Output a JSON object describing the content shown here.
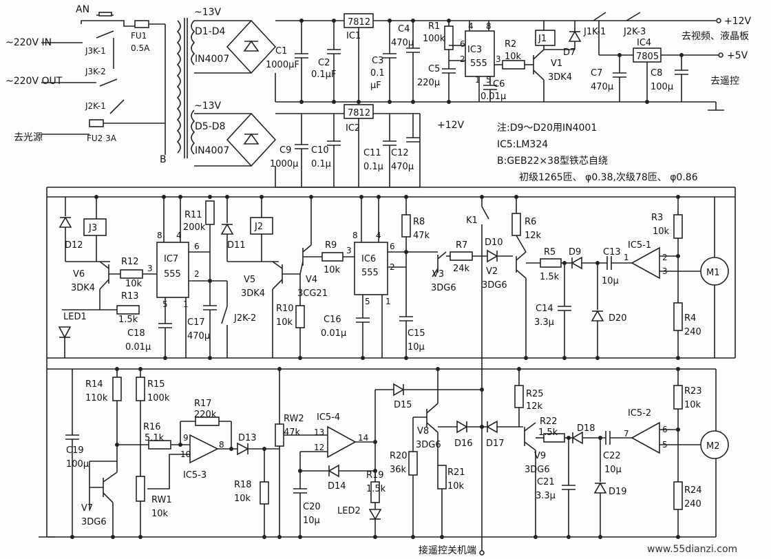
{
  "labels": {
    "an": "AN",
    "in_220": "~220V IN",
    "out_220": "~220V OUT",
    "light_src": "去光源",
    "fu1": "FU1",
    "fu1_val": "0.5A",
    "fu2": "FU2 3A",
    "j3k1": "J3K-1",
    "j3k2": "J3K-2",
    "j2k1": "J2K-1",
    "b": "B",
    "v13_a": "~13V",
    "v13_b": "~13V",
    "d1d4": "D1-D4",
    "in4007_a": "IN4007",
    "d5d8": "D5-D8",
    "in4007_b": "IN4007",
    "c1": "C1",
    "c1_val": "1000μF",
    "c2": "C2",
    "c2_val": "0.1μF",
    "ic1_part": "7812",
    "ic1": "IC1",
    "c3": "C3",
    "c3_val1": "0.1",
    "c3_val2": "μF",
    "c4": "C4",
    "c4_val": "470μ",
    "r1": "R1",
    "r1_val": "100k",
    "c5": "C5",
    "c5_val": "220μ",
    "ic3": "IC3",
    "ic3_part": "555",
    "c6": "C6",
    "c6_val": "0.01μ",
    "r2": "R2",
    "r2_val": "10k",
    "j1": "J1",
    "v1": "V1",
    "v1_part": "3DK4",
    "j1k1": "J1K-1",
    "d7": "D7",
    "j2k3": "J2K-3",
    "out_12v": "+12V",
    "to_video": "去视频、液晶板",
    "ic4": "IC4",
    "ic4_part": "7805",
    "out_5v": "+5V",
    "c7": "C7",
    "c7_val": "470μ",
    "c8": "C8",
    "c8_val": "100μ",
    "to_remote": "去遥控",
    "ic2_part": "7812",
    "ic2": "IC2",
    "plus12v": "+12V",
    "c9": "C9",
    "c9_val": "1000μ",
    "c10": "C10",
    "c10_val": "0.1μ",
    "c11": "C11",
    "c11_val": "0.1μ",
    "c12": "C12",
    "c12_val": "470μ",
    "note1": "注:D9～D20用IN4001",
    "note2": "IC5:LM324",
    "note3": "B:GEB22×38型铁芯自绕",
    "note4": "初级1265匝、 φ0.38,次级78匝、 φ0.86",
    "j3": "J3",
    "d12": "D12",
    "v6": "V6",
    "v6_part": "3DK4",
    "r12": "R12",
    "r12_val": "10k",
    "r13": "R13",
    "r13_val": "1.5k",
    "led1": "LED1",
    "ic7": "IC7",
    "ic7_part": "555",
    "r11": "R11",
    "r11_val": "200k",
    "c18": "C18",
    "c18_val": "0.01μ",
    "c17": "C17",
    "c17_val": "470μ",
    "j2k2": "J2K-2",
    "d11": "D11",
    "j2": "J2",
    "v5": "V5",
    "v5_part": "3DK4",
    "v4": "V4",
    "v4_part": "3CG21",
    "r9": "R9",
    "r9_val": "10k",
    "r10": "R10",
    "r10_val": "10k",
    "ic6": "IC6",
    "ic6_part": "555",
    "c16": "C16",
    "c16_val": "0.01μ",
    "r8": "R8",
    "r8_val": "47k",
    "c15": "C15",
    "c15_val": "10μ",
    "k1": "K1",
    "r7": "R7",
    "r7_val": "24k",
    "v3": "V3",
    "v3_part": "3DG6",
    "d10": "D10",
    "v2": "V2",
    "v2_part": "3DG6",
    "r6": "R6",
    "r6_val": "12k",
    "r5": "R5",
    "r5_val": "1.5k",
    "d9": "D9",
    "c13": "C13",
    "c13_val": "10μ",
    "c14": "C14",
    "c14_val": "3.3μ",
    "d20": "D20",
    "ic51": "IC5-1",
    "r3": "R3",
    "r3_val": "10k",
    "r4": "R4",
    "r4_val": "240",
    "m1": "M1",
    "r14": "R14",
    "r14_val": "110k",
    "r15": "R15",
    "r15_val": "100k",
    "r17": "R17",
    "r17_val": "220k",
    "r16": "R16",
    "r16_val": "5.1k",
    "ic53": "IC5-3",
    "d13": "D13",
    "c19": "C19",
    "c19_val": "100μ",
    "v7": "V7",
    "v7_part": "3DG6",
    "rw1": "RW1",
    "rw1_val": "10k",
    "r18": "R18",
    "r18_val": "10k",
    "rw2": "RW2",
    "rw2_val": "47k",
    "ic54": "IC5-4",
    "d14": "D14",
    "c20": "C20",
    "c20_val": "10μ",
    "r19": "R19",
    "r19_val": "1.5k",
    "led2": "LED2",
    "d15": "D15",
    "r20": "R20",
    "r20_val": "36k",
    "v8": "V8",
    "v8_part": "3DG6",
    "r21": "R21",
    "r21_val": "10k",
    "d16": "D16",
    "d17": "D17",
    "r25": "R25",
    "r25_val": "12k",
    "v9": "V9",
    "v9_part": "3DG6",
    "r22": "R22",
    "r22_val": "1.5k",
    "d18": "D18",
    "c22": "C22",
    "c22_val": "10μ",
    "c21": "C21",
    "c21_val": "3.3μ",
    "d19": "D19",
    "ic52": "IC5-2",
    "r23": "R23",
    "r23_val": "10k",
    "r24": "R24",
    "r24_val": "240",
    "m2": "M2",
    "remote_off": "接遥控关机端",
    "watermark": "www.55dianzi.com"
  }
}
